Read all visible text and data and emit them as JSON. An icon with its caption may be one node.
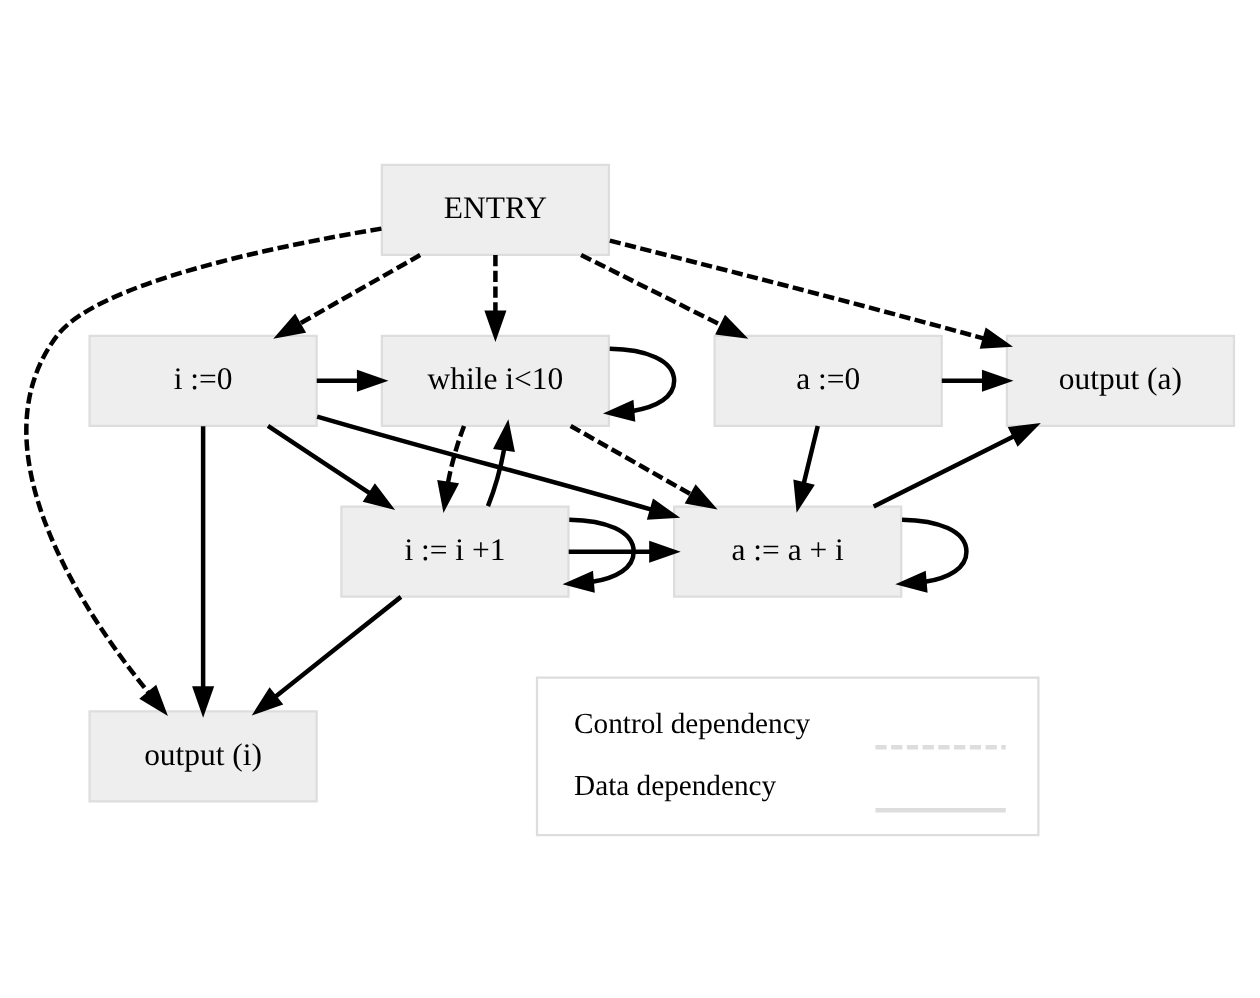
{
  "diagram": {
    "nodes": [
      {
        "text": [
          "ENTRY"
        ]
      },
      {
        "text": [
          "output (i)"
        ]
      },
      {
        "text": [
          "a :=0"
        ]
      },
      {
        "text": [
          "i :=0"
        ]
      },
      {
        "text": [
          "while i<10"
        ]
      },
      {
        "text": [
          "output (a)"
        ]
      },
      {
        "text": [
          "a := a + i"
        ]
      },
      {
        "text": [
          "i := i +1"
        ]
      }
    ],
    "edges": [
      {
        "from": 0,
        "to": 1,
        "arrow": "to",
        "style": "dashed"
      },
      {
        "from": 0,
        "to": 2,
        "arrow": "to",
        "style": "dashed"
      },
      {
        "from": 0,
        "to": 3,
        "arrow": "to",
        "style": "dashed"
      },
      {
        "from": 0,
        "to": 4,
        "arrow": "to",
        "style": "dashed"
      },
      {
        "from": 0,
        "to": 5,
        "arrow": "to",
        "style": "dashed"
      },
      {
        "from": 4,
        "to": 6,
        "arrow": "to",
        "style": "dashed"
      },
      {
        "from": 4,
        "to": 7,
        "arrow": "to",
        "style": "dashed"
      },
      {
        "from": 3,
        "to": 1,
        "arrow": "to"
      },
      {
        "from": 3,
        "to": 4,
        "arrow": "to"
      },
      {
        "from": 3,
        "to": 6,
        "arrow": "to"
      },
      {
        "from": 3,
        "to": 7,
        "arrow": "to"
      },
      {
        "from": 4,
        "to": 4,
        "arrow": "to"
      },
      {
        "from": 2,
        "to": 6,
        "arrow": "to"
      },
      {
        "from": 2,
        "to": 5,
        "arrow": "to"
      },
      {
        "from": 6,
        "to": 6,
        "arrow": "to"
      },
      {
        "from": 6,
        "to": 5,
        "arrow": "to"
      },
      {
        "from": 7,
        "to": 6,
        "arrow": "to"
      },
      {
        "from": 7,
        "to": 4,
        "arrow": "to"
      },
      {
        "from": 7,
        "to": 7,
        "arrow": "to"
      },
      {
        "from": 7,
        "to": 1,
        "arrow": "to"
      }
    ],
    "legend": [
      {
        "text": "Control dependency"
      },
      {
        "text": "Data dependency"
      }
    ]
  }
}
